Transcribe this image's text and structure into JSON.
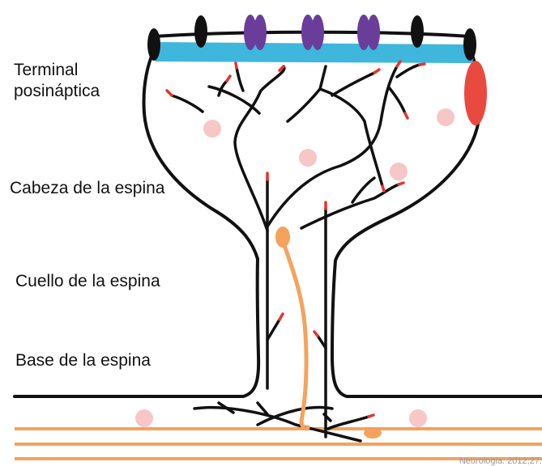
{
  "labels": {
    "terminal_line1": "Terminal",
    "terminal_line2": "posináptica",
    "head": "Cabeza de la espina",
    "neck": "Cuello de la espina",
    "base": "Base de la espina"
  },
  "credit": "Neurologia. 2012;27:",
  "colors": {
    "psd": "#3fb6dc",
    "receptor_black": "#111111",
    "receptor_purple": "#6a3d9a",
    "receptor_red": "#e84a40",
    "orange": "#f5a25d",
    "pink_dot": "#f7c6c6",
    "outline": "#111111",
    "filament_tip": "#e8332b"
  }
}
